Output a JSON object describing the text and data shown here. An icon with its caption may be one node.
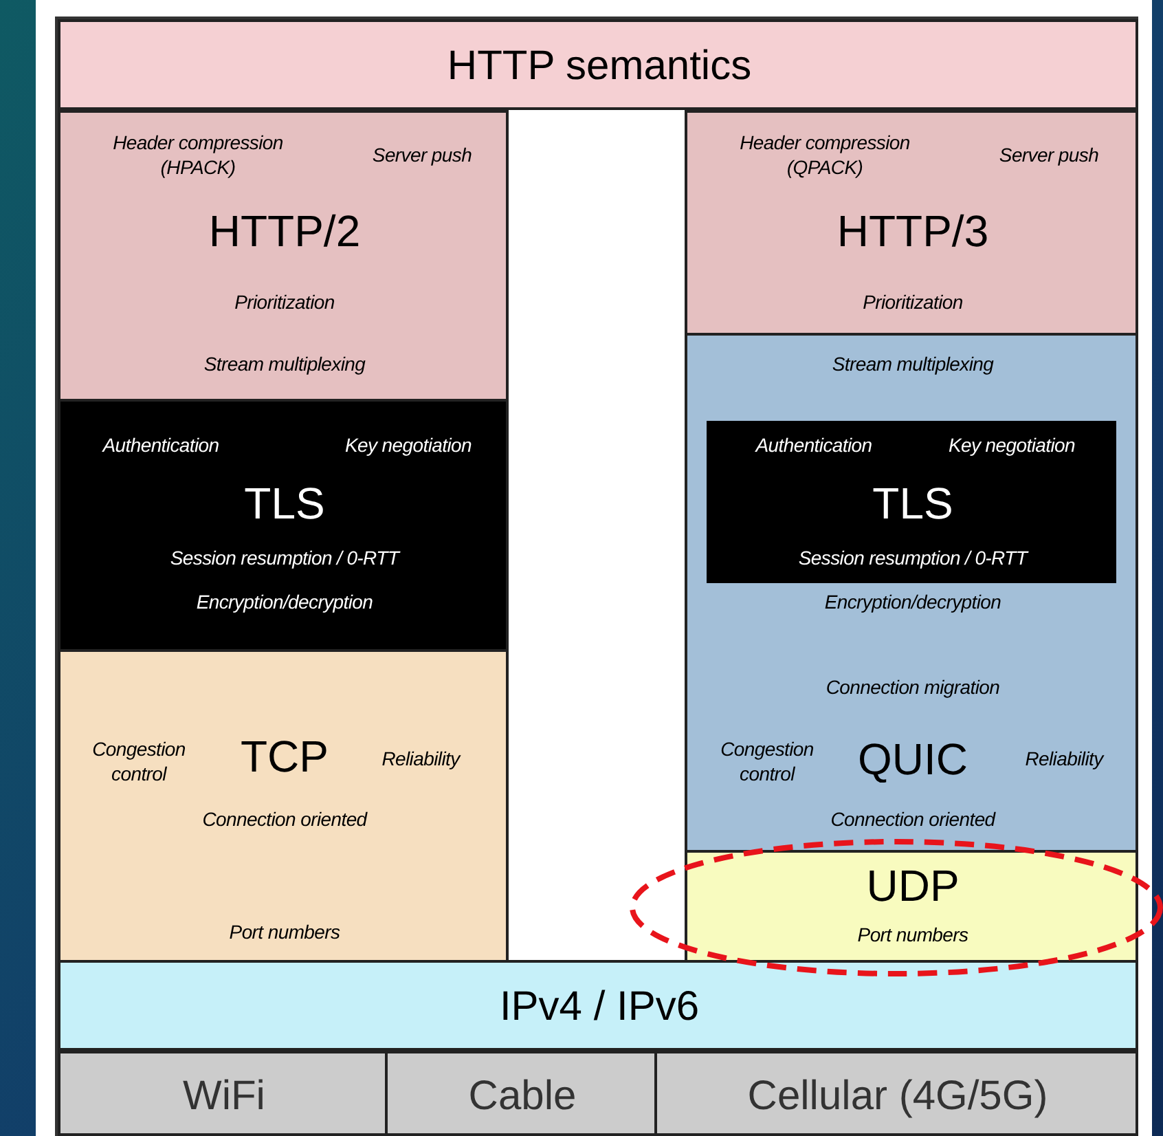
{
  "diagram": {
    "nodes": [
      {
        "text": [
          "HTTP semantics"
        ]
      },
      {
        "text": [
          "Header compression (HPACK)",
          "Server push",
          "HTTP/2",
          "Prioritization",
          "Stream multiplexing"
        ]
      },
      {
        "text": [
          "Authentication",
          "Key negotiation",
          "TLS",
          "Session resumption / 0-RTT",
          "Encryption/decryption"
        ]
      },
      {
        "text": [
          "Congestion control",
          "TCP",
          "Reliability",
          "Connection oriented",
          "Port numbers"
        ]
      },
      {
        "text": [
          "Header compression (QPACK)",
          "Server push",
          "HTTP/3",
          "Prioritization"
        ]
      },
      {
        "text": [
          "Stream multiplexing",
          "Encryption/decryption",
          "Connection migration",
          "Congestion control",
          "QUIC",
          "Reliability",
          "Connection oriented"
        ]
      },
      {
        "text": [
          "Authentication",
          "Key negotiation",
          "TLS",
          "Session resumption / 0-RTT"
        ],
        "in": 5
      },
      {
        "text": [
          "UDP",
          "Port numbers"
        ]
      },
      {
        "text": [
          "IPv4 / IPv6"
        ]
      },
      {
        "text": [
          "WiFi"
        ]
      },
      {
        "text": [
          "Cable"
        ]
      },
      {
        "text": [
          "Cellular (4G/5G)"
        ]
      }
    ],
    "edges": []
  }
}
